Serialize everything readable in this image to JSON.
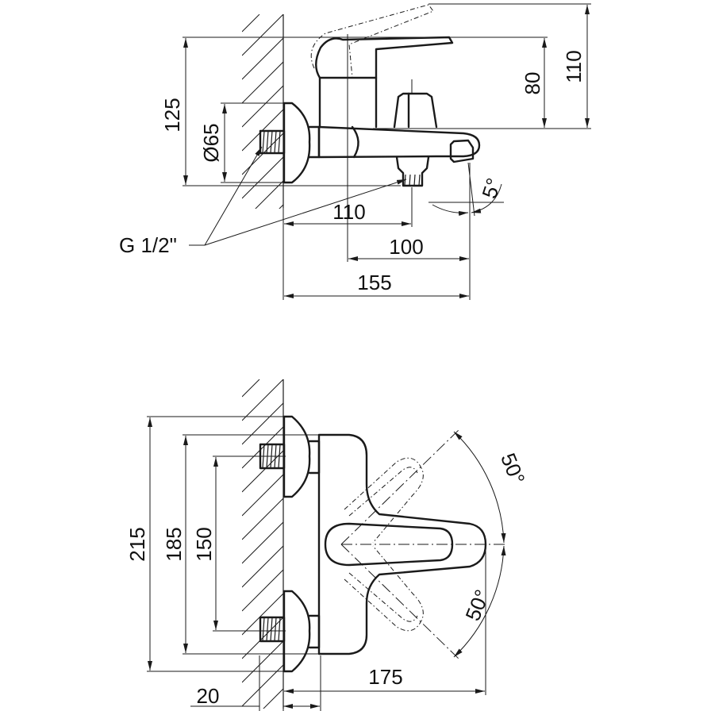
{
  "side_view": {
    "dimensions": {
      "height_total": "110",
      "height_body": "80",
      "wall_height": "125",
      "flange_diameter": "Ø65",
      "spout_reach": "110",
      "outlet_reach": "100",
      "overall_depth": "155",
      "spout_angle": "5°"
    },
    "thread_callout": "G 1/2\""
  },
  "front_view": {
    "dimensions": {
      "height_total": "215",
      "height_body": "185",
      "center_distance": "150",
      "width": "175",
      "wall_offset": "20",
      "handle_angle_up": "50°",
      "handle_angle_down": "50°"
    }
  }
}
